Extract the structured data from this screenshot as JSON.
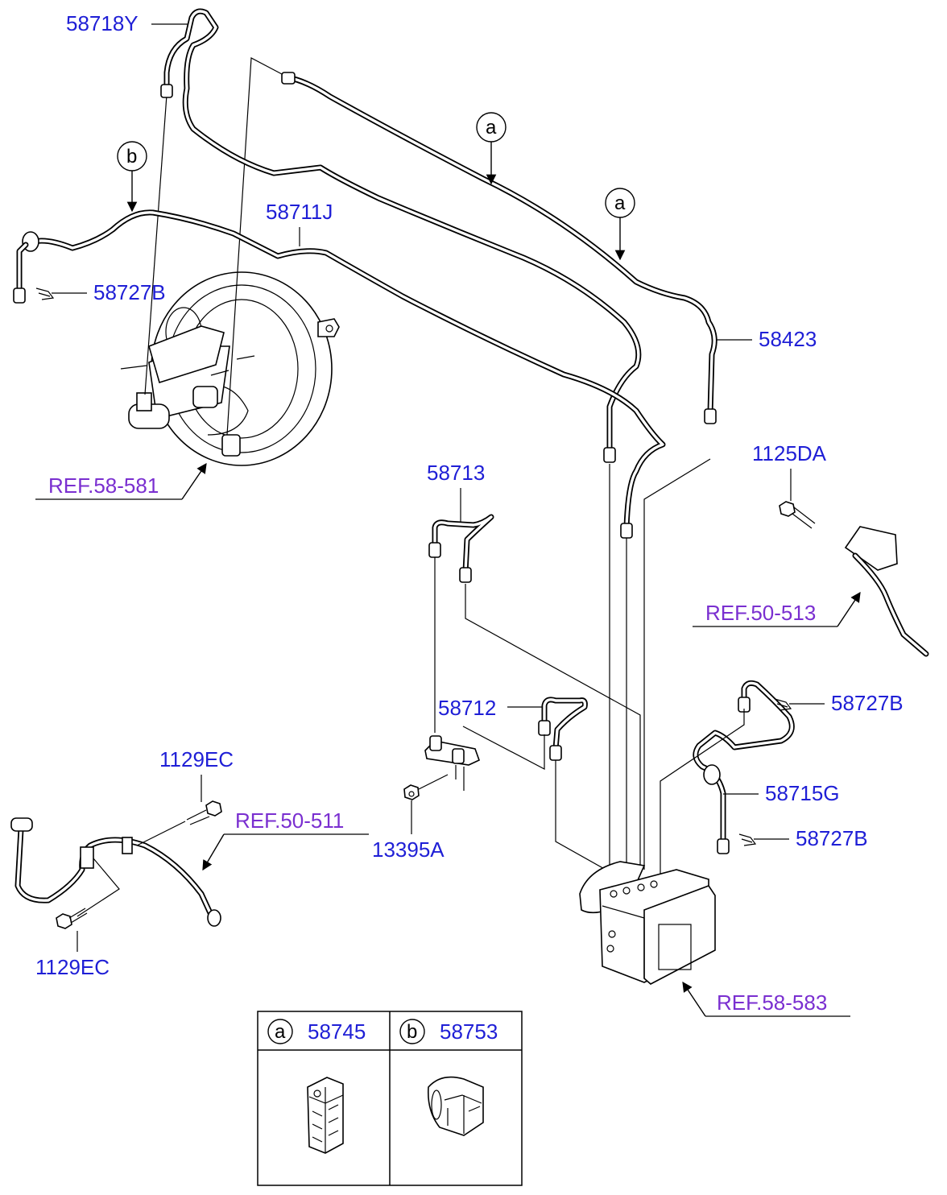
{
  "labels": {
    "p58718Y": "58718Y",
    "p58711J": "58711J",
    "p58727B_1": "58727B",
    "p58727B_2": "58727B",
    "p58727B_3": "58727B",
    "p58423": "58423",
    "p1125DA": "1125DA",
    "p58713": "58713",
    "p58712": "58712",
    "p58715G": "58715G",
    "p1129EC_1": "1129EC",
    "p1129EC_2": "1129EC",
    "p13395A": "13395A"
  },
  "refs": {
    "r58_581": "REF.58-581",
    "r50_513": "REF.50-513",
    "r50_511": "REF.50-511",
    "r58_583": "REF.58-583"
  },
  "callouts": {
    "a": "a",
    "b": "b"
  },
  "legend": {
    "a_letter": "a",
    "a_part": "58745",
    "b_letter": "b",
    "b_part": "58753"
  },
  "colors": {
    "part_number": "#1f1fd6",
    "reference": "#7a2fd0"
  }
}
